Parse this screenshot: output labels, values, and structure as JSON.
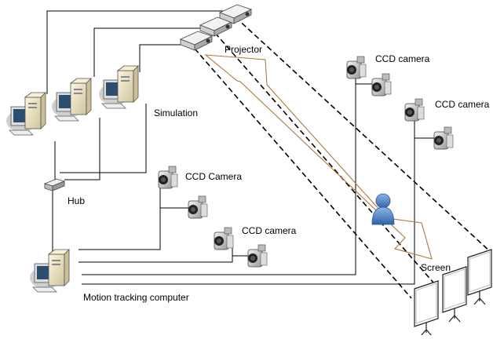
{
  "labels": {
    "projector": "Projector",
    "simulation": "Simulation",
    "hub": "Hub",
    "ccd_camera_top1": "CCD camera",
    "ccd_camera_top2": "CCD camera",
    "ccd_camera_mid": "CCD Camera",
    "ccd_camera_low": "CCD camera",
    "screen": "Screen",
    "motion_tracking": "Motion tracking computer"
  },
  "colors": {
    "line": "#000000",
    "arrow": "#b07840",
    "person": "#4a7fc0",
    "device_beige": "#efe6c6",
    "device_gray": "#c8c8c8",
    "monitor_screen": "#2a4f6e"
  }
}
